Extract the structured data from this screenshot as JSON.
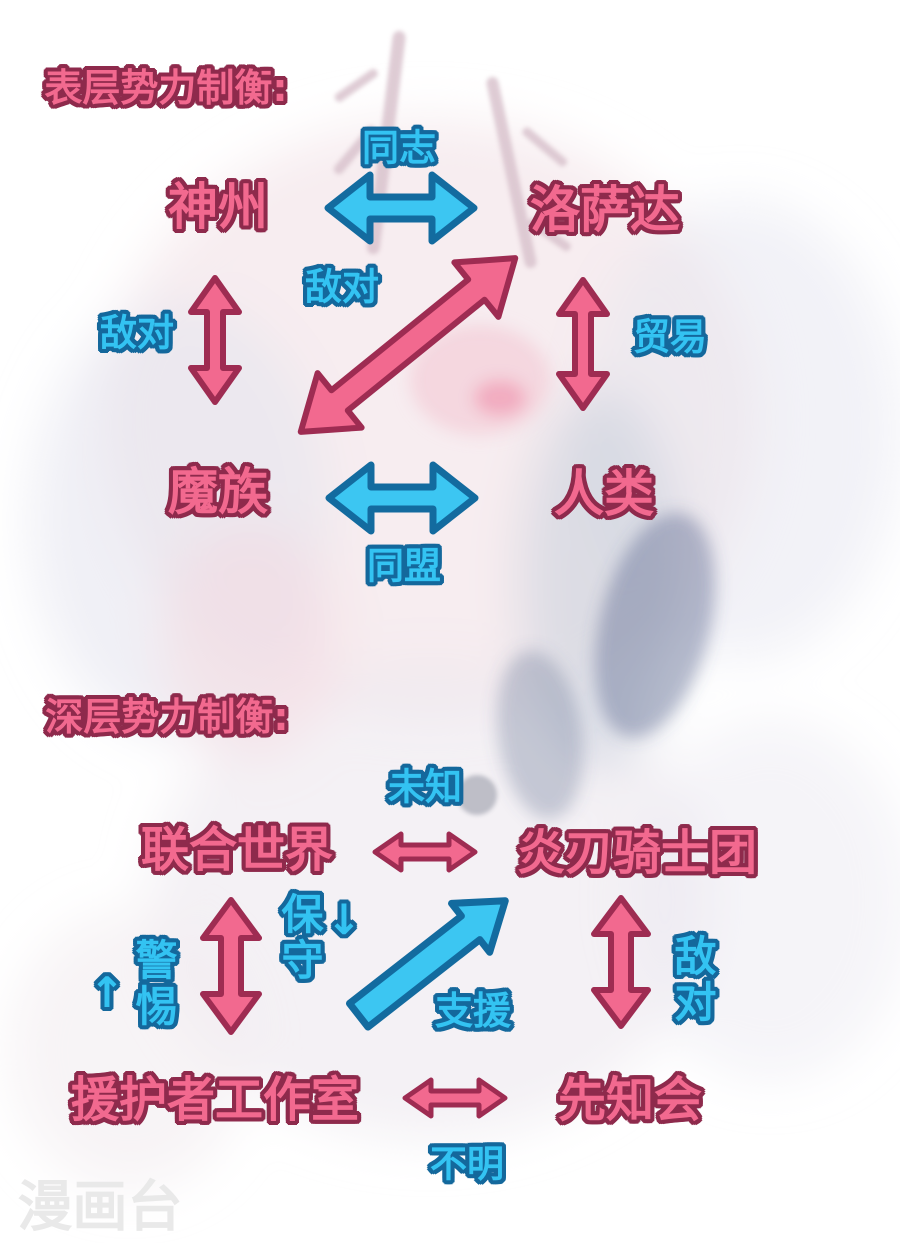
{
  "watermark": "漫画台",
  "colors": {
    "pink_fill": "#f2698f",
    "pink_outline": "#8e2a4c",
    "blue_fill": "#33c3f2",
    "blue_outline": "#14689c",
    "background": "#ffffff",
    "watermark_gray": "#e9e9e9"
  },
  "surface_section": {
    "title": "表层势力制衡:",
    "nodes": {
      "shenzhou": "神州",
      "luosada": "洛萨达",
      "mozu": "魔族",
      "renlei": "人类"
    },
    "relations": {
      "tongzhi": "同志",
      "didui_left": "敌对",
      "didui_diagonal": "敌对",
      "maoyi": "贸易",
      "tongmeng": "同盟"
    }
  },
  "deep_section": {
    "title": "深层势力制衡:",
    "nodes": {
      "lianhe_shijie": "联合世界",
      "yanren_qishituan": "炎刃骑士团",
      "yuanhuzhe_gongzuoshi": "援护者工作室",
      "xianzhihui": "先知会"
    },
    "relations": {
      "weizhi": "未知",
      "jingti_arrow": "↑",
      "jingti": "警惕",
      "baoshou": "保守",
      "baoshou_arrow": "↓",
      "zhiyuan": "支援",
      "didui": "敌对",
      "buming": "不明"
    }
  }
}
